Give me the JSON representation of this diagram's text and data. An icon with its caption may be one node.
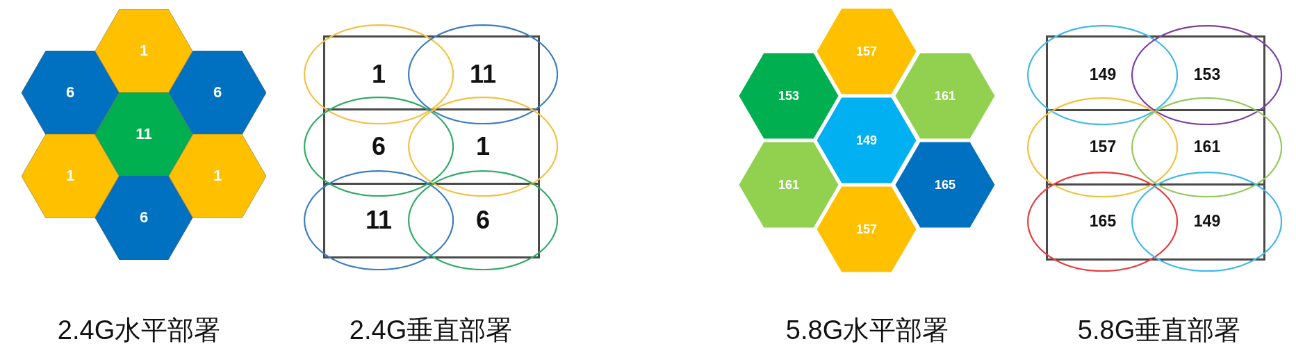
{
  "diagram": {
    "nodes": [
      {
        "text": [
          "1"
        ]
      },
      {
        "text": [
          "6"
        ]
      },
      {
        "text": [
          "6"
        ]
      },
      {
        "text": [
          "11"
        ]
      },
      {
        "text": [
          "1"
        ]
      },
      {
        "text": [
          "1"
        ]
      },
      {
        "text": [
          "6"
        ]
      },
      {
        "text": [
          "1"
        ]
      },
      {
        "text": [
          "11"
        ]
      },
      {
        "text": [
          "6"
        ]
      },
      {
        "text": [
          "1"
        ]
      },
      {
        "text": [
          "11"
        ]
      },
      {
        "text": [
          "6"
        ]
      },
      {
        "text": [
          "157"
        ]
      },
      {
        "text": [
          "153"
        ]
      },
      {
        "text": [
          "161"
        ]
      },
      {
        "text": [
          "149"
        ]
      },
      {
        "text": [
          "161"
        ]
      },
      {
        "text": [
          "165"
        ]
      },
      {
        "text": [
          "157"
        ]
      },
      {
        "text": [
          "149"
        ]
      },
      {
        "text": [
          "153"
        ]
      },
      {
        "text": [
          "157"
        ]
      },
      {
        "text": [
          "161"
        ]
      },
      {
        "text": [
          "165"
        ]
      },
      {
        "text": [
          "149"
        ]
      }
    ],
    "labels": [
      "2.4G水平部署",
      "2.4G垂直部署",
      "5.8G水平部署",
      "5.8G垂直部署"
    ]
  }
}
